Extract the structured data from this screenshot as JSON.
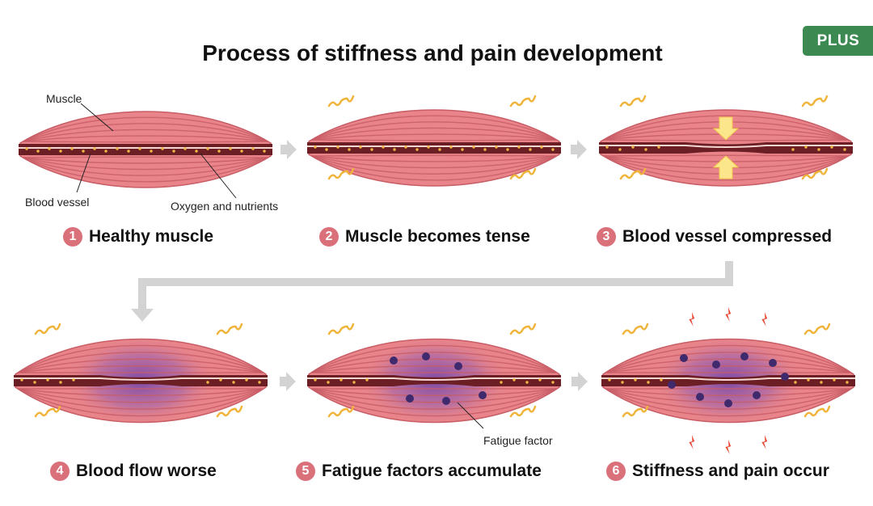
{
  "title": "Process of stiffness and pain development",
  "plus_badge": "PLUS",
  "annotations": {
    "muscle": "Muscle",
    "blood_vessel": "Blood vessel",
    "oxygen": "Oxygen and nutrients",
    "fatigue": "Fatigue factor"
  },
  "steps": [
    {
      "number": "1",
      "label": "Healthy muscle"
    },
    {
      "number": "2",
      "label": "Muscle becomes tense"
    },
    {
      "number": "3",
      "label": "Blood vessel compressed"
    },
    {
      "number": "4",
      "label": "Blood flow worse"
    },
    {
      "number": "5",
      "label": "Fatigue factors accumulate"
    },
    {
      "number": "6",
      "label": "Stiffness and pain occur"
    }
  ],
  "colors": {
    "muscle_fill": "#e8848a",
    "muscle_stripe": "#c85d66",
    "vessel_dark": "#6b1f25",
    "nutrient": "#f2b544",
    "tension": "#f0b43a",
    "fatigue_dot": "#3f2a6e",
    "purple_glow": "#7b4fb0",
    "arrow": "#d3d3d3",
    "badge": "#d9707a",
    "plus": "#3c8a52",
    "spark": "#e8452f"
  }
}
